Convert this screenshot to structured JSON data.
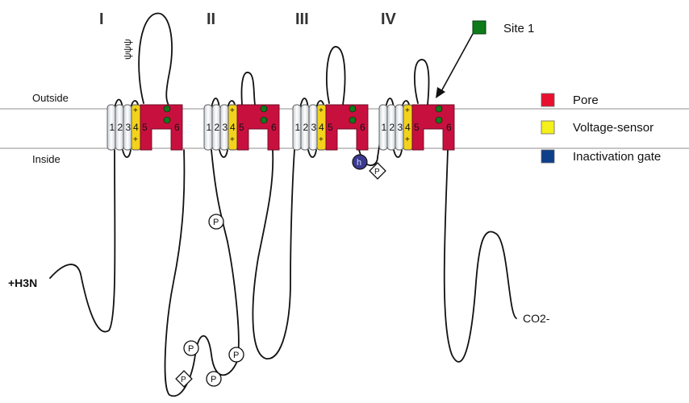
{
  "domains": [
    "I",
    "II",
    "III",
    "IV"
  ],
  "membrane": {
    "outside_label": "Outside",
    "inside_label": "Inside"
  },
  "segments": {
    "numbers": [
      "1",
      "2",
      "3",
      "4",
      "5",
      "6"
    ],
    "plus_sign": "+"
  },
  "termini": {
    "n_terminus": "+H3N",
    "c_terminus": "CO2-"
  },
  "phospho_label": "P",
  "inactivation_gate_label": "h",
  "glyco_label": "ψψψ",
  "site1_label": "Site 1",
  "legend": [
    {
      "label": "Pore",
      "color": "#e8102e"
    },
    {
      "label": "Voltage-sensor",
      "color": "#f5ef1a"
    },
    {
      "label": "Inactivation gate",
      "color": "#0d3f8a"
    }
  ],
  "colors": {
    "pore": "#c8103f",
    "voltage_sensor": "#f2d21c",
    "other_segment": "#eef2f6",
    "site1": "#0f7a1a",
    "inactivation_gate": "#3b3a8f",
    "membrane_line": "#8c8c8c"
  }
}
